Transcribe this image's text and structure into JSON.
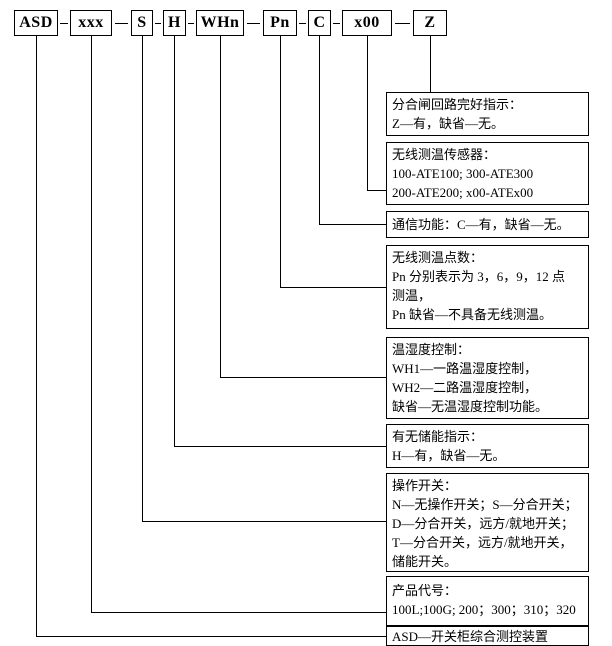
{
  "page": {
    "background_color": "#ffffff",
    "line_color": "#000000",
    "text_color": "#000000"
  },
  "diagram": {
    "code_boxes": [
      "ASD",
      "xxx",
      "S",
      "H",
      "WHn",
      "Pn",
      "C",
      "x00",
      "Z"
    ],
    "descriptions": [
      {
        "for_code": "Z",
        "lines": [
          "分合闸回路完好指示：",
          "Z—有，缺省—无。"
        ]
      },
      {
        "for_code": "x00",
        "lines": [
          "无线测温传感器：",
          "100-ATE100; 300-ATE300",
          "200-ATE200; x00-ATEx00"
        ]
      },
      {
        "for_code": "C",
        "lines": [
          "通信功能：C—有，缺省—无。"
        ]
      },
      {
        "for_code": "Pn",
        "lines": [
          "无线测温点数：",
          "Pn 分别表示为 3，6，9，12 点",
          "测温，",
          "Pn 缺省—不具备无线测温。"
        ]
      },
      {
        "for_code": "WHn",
        "lines": [
          "温湿度控制：",
          "WH1—一路温湿度控制，",
          "WH2—二路温湿度控制，",
          "缺省—无温湿度控制功能。"
        ]
      },
      {
        "for_code": "H",
        "lines": [
          "有无储能指示：",
          "H—有，缺省—无。"
        ]
      },
      {
        "for_code": "S",
        "lines": [
          "操作开关：",
          "N—无操作开关；S—分合开关；",
          "D—分合开关，远方/就地开关；",
          "T—分合开关，远方/就地开关，",
          "储能开关。"
        ]
      },
      {
        "for_code": "xxx",
        "lines": [
          "产品代号：",
          "100L;100G; 200；300；310；320"
        ]
      },
      {
        "for_code": "ASD",
        "lines": [
          "ASD—开关柜综合测控装置"
        ]
      }
    ]
  }
}
